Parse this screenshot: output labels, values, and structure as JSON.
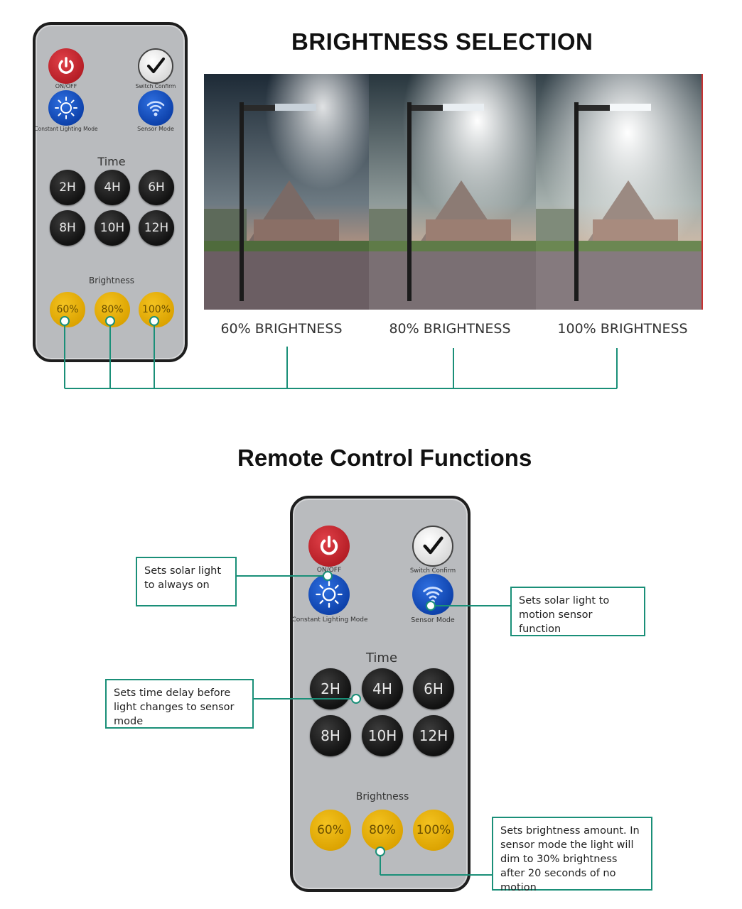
{
  "brightness_section": {
    "title": "BRIGHTNESS SELECTION",
    "captions": [
      "60% BRIGHTNESS",
      "80% BRIGHTNESS",
      "100% BRIGHTNESS"
    ]
  },
  "functions_section": {
    "title": "Remote Control Functions"
  },
  "remote": {
    "on_off_label": "ON/OFF",
    "switch_confirm_label": "Switch Confirm",
    "constant_mode_label": "Constant Lighting Mode",
    "sensor_mode_label": "Sensor Mode",
    "time_label": "Time",
    "time_buttons": [
      "2H",
      "4H",
      "6H",
      "8H",
      "10H",
      "12H"
    ],
    "brightness_label": "Brightness",
    "brightness_buttons": [
      "60%",
      "80%",
      "100%"
    ]
  },
  "callouts": {
    "always_on": "Sets solar light to always on",
    "motion_sensor": "Sets solar light to motion sensor function",
    "time_delay": "Sets time delay before light changes to sensor mode",
    "brightness": "Sets brightness amount. In sensor mode the light will dim to 30% brightness after 20 seconds of no motion"
  },
  "colors": {
    "connector": "#1a8f78",
    "remote_body": "#b9bbbe",
    "power_button": "#c8232c",
    "mode_button": "#1a55c8",
    "brightness_button": "#e8b010",
    "time_button": "#1a1a1a"
  },
  "icons": [
    "power-icon",
    "check-icon",
    "sun-icon",
    "wifi-sensor-icon"
  ]
}
